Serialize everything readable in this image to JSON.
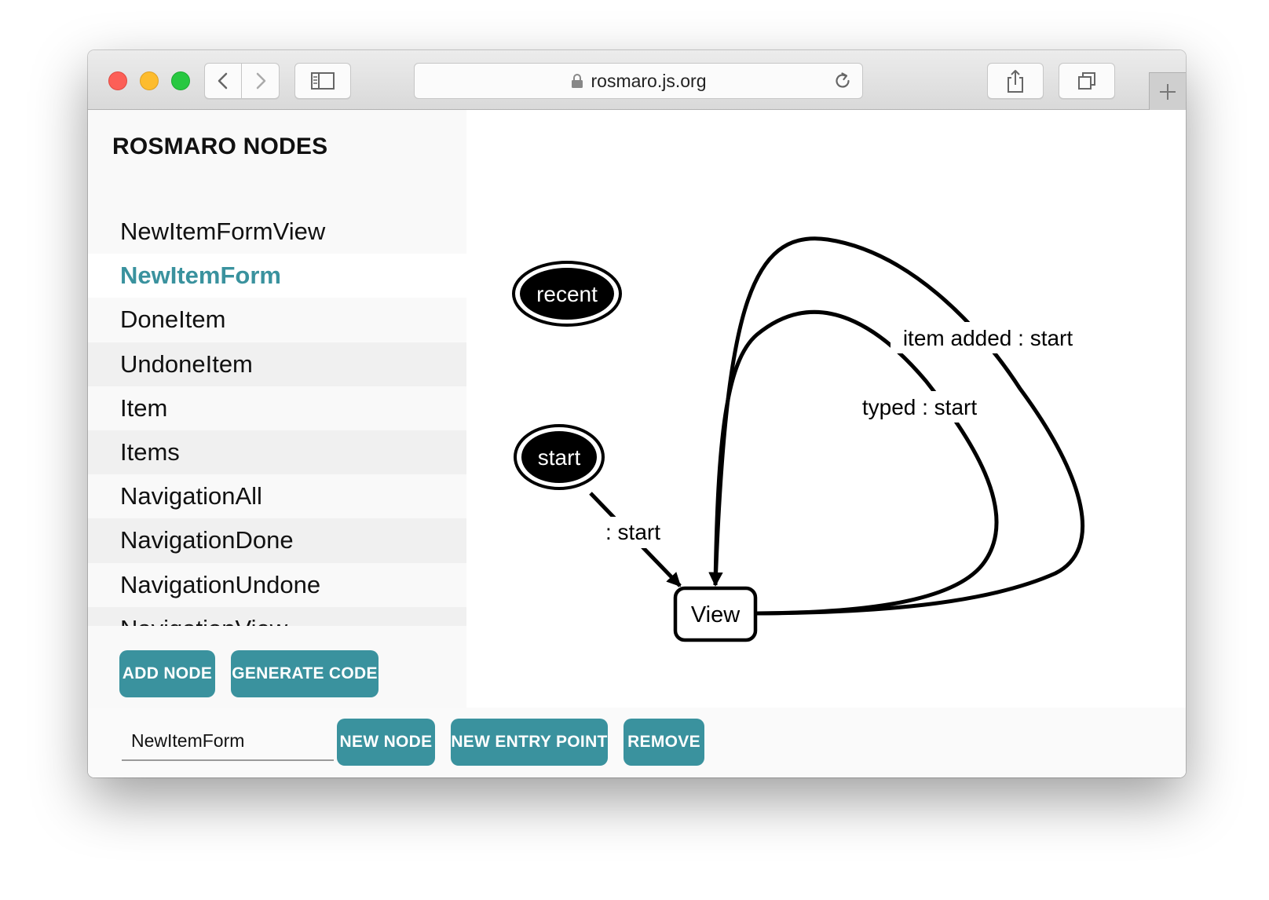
{
  "browser": {
    "url": "rosmaro.js.org"
  },
  "sidebar": {
    "title": "ROSMARO NODES",
    "nodes": [
      {
        "label": "NewItemFormView",
        "selected": false
      },
      {
        "label": "NewItemForm",
        "selected": true
      },
      {
        "label": "DoneItem",
        "selected": false
      },
      {
        "label": "UndoneItem",
        "selected": false
      },
      {
        "label": "Item",
        "selected": false
      },
      {
        "label": "Items",
        "selected": false
      },
      {
        "label": "NavigationAll",
        "selected": false
      },
      {
        "label": "NavigationDone",
        "selected": false
      },
      {
        "label": "NavigationUndone",
        "selected": false
      },
      {
        "label": "NavigationView",
        "selected": false
      }
    ],
    "add_node_label": "ADD NODE",
    "generate_code_label": "GENERATE CODE"
  },
  "graph": {
    "entry_points": [
      "recent",
      "start"
    ],
    "node": "View",
    "edges": [
      {
        "from": "start",
        "to": "View",
        "label": ": start"
      },
      {
        "from": "View",
        "to": "View",
        "label": "typed : start"
      },
      {
        "from": "View",
        "to": "View",
        "label": "item added : start"
      }
    ]
  },
  "bottom_bar": {
    "node_name_value": "NewItemForm",
    "new_node_label": "NEW NODE",
    "new_entry_point_label": "NEW ENTRY POINT",
    "remove_label": "REMOVE"
  },
  "colors": {
    "accent": "#3a929e",
    "graph_ink": "#000000"
  },
  "icons": {
    "back": "chevron-left-icon",
    "forward": "chevron-right-icon",
    "sidebar": "sidebar-icon",
    "lock": "lock-icon",
    "reload": "reload-icon",
    "share": "share-icon",
    "tabs": "tabs-icon",
    "new_tab": "plus-icon"
  }
}
